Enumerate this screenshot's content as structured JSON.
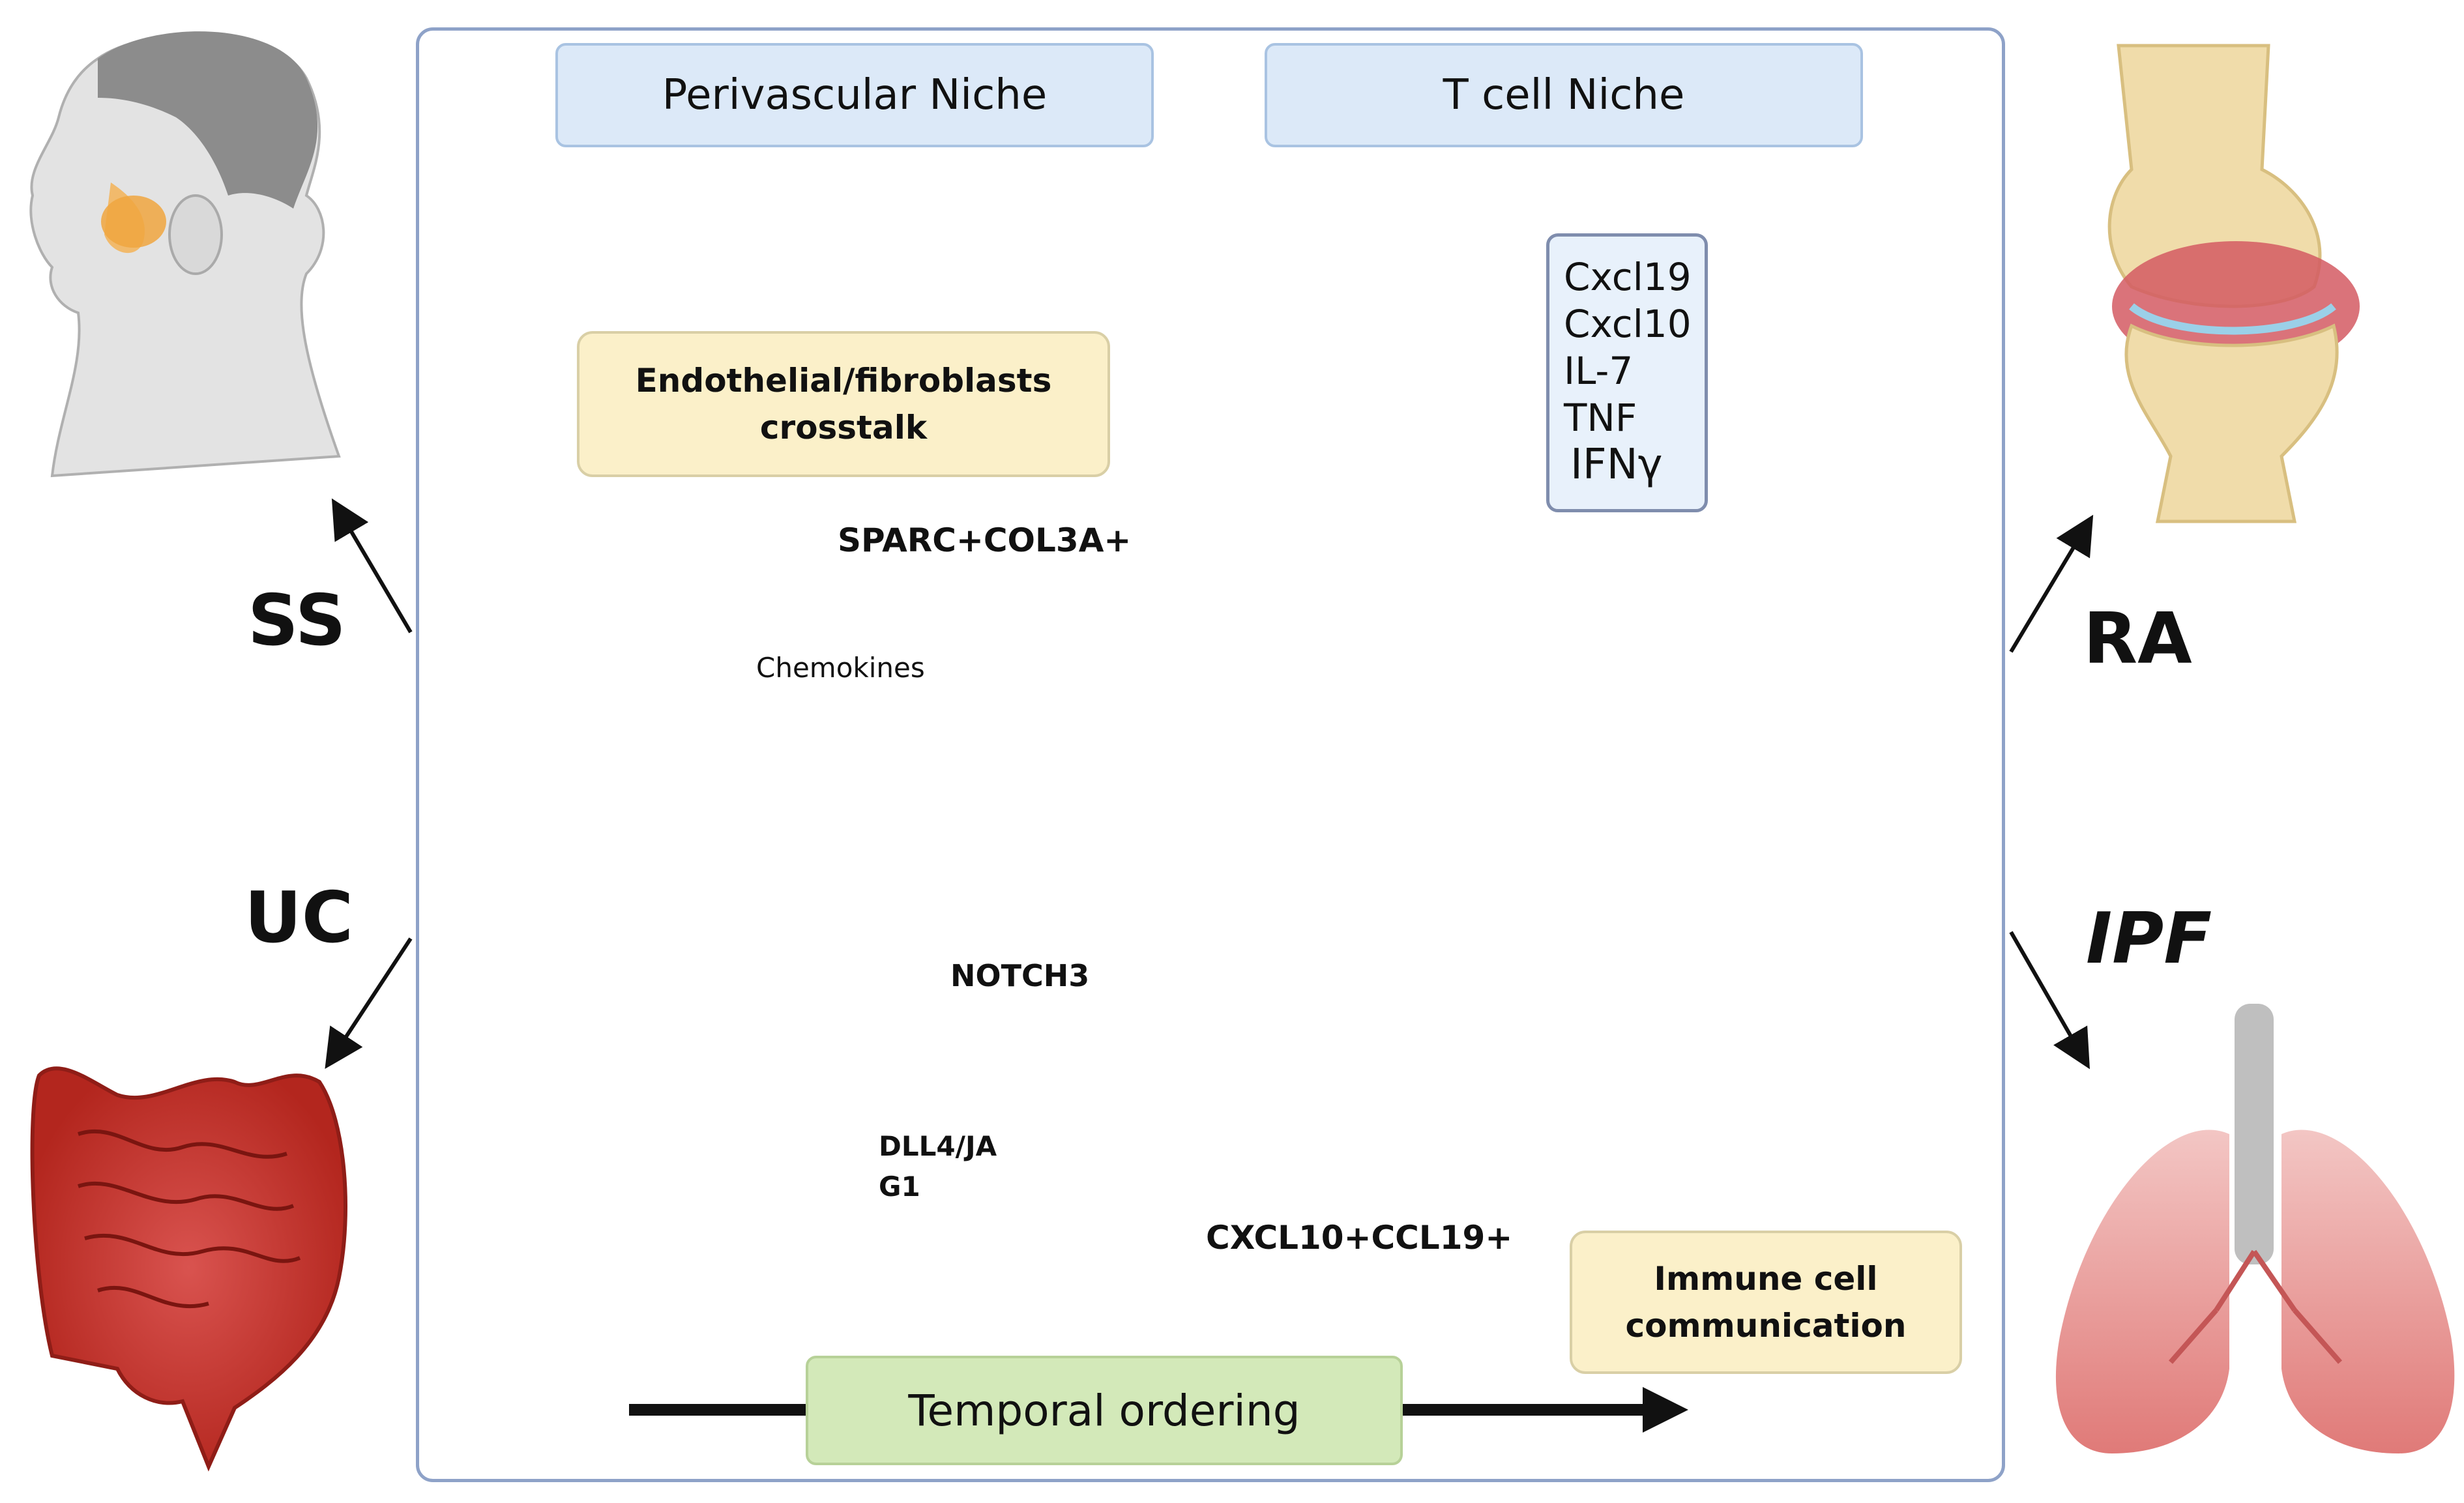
{
  "niches": {
    "perivascular": "Perivascular Niche",
    "tcell": "T cell Niche"
  },
  "boxes": {
    "endothelial": "Endothelial/fibroblasts\ncrosstalk",
    "immune": "Immune cell\ncommunication",
    "temporal": "Temporal ordering"
  },
  "cytokines": [
    "Cxcl19",
    "Cxcl10",
    "IL-7",
    "TNF",
    "IFNγ"
  ],
  "labels": {
    "sparc": "SPARC+COL3A+",
    "chemokines": "Chemokines",
    "notch3": "NOTCH3",
    "dll4_line1": "DLL4/JA",
    "dll4_line2": "G1",
    "cxcl10": "CXCL10+CCL19+"
  },
  "diseases": {
    "ss": "SS",
    "uc": "UC",
    "ra": "RA",
    "ipf": "IPF"
  },
  "colors": {
    "panel_border": "#8ea2c8",
    "niche_fill": "#dce9f8",
    "yellow_box": "#fbf0c9",
    "green_box": "#d3e9b9",
    "vessel": "#f2a3a8",
    "fibroblast_brown": "#c9ad9d",
    "fibroblast_orange": "#f8d3ae",
    "tcell_green": "#7cc49a"
  },
  "icons": [
    "head-profile-salivary-icon",
    "colon-icon",
    "knee-joint-icon",
    "lungs-icon"
  ]
}
